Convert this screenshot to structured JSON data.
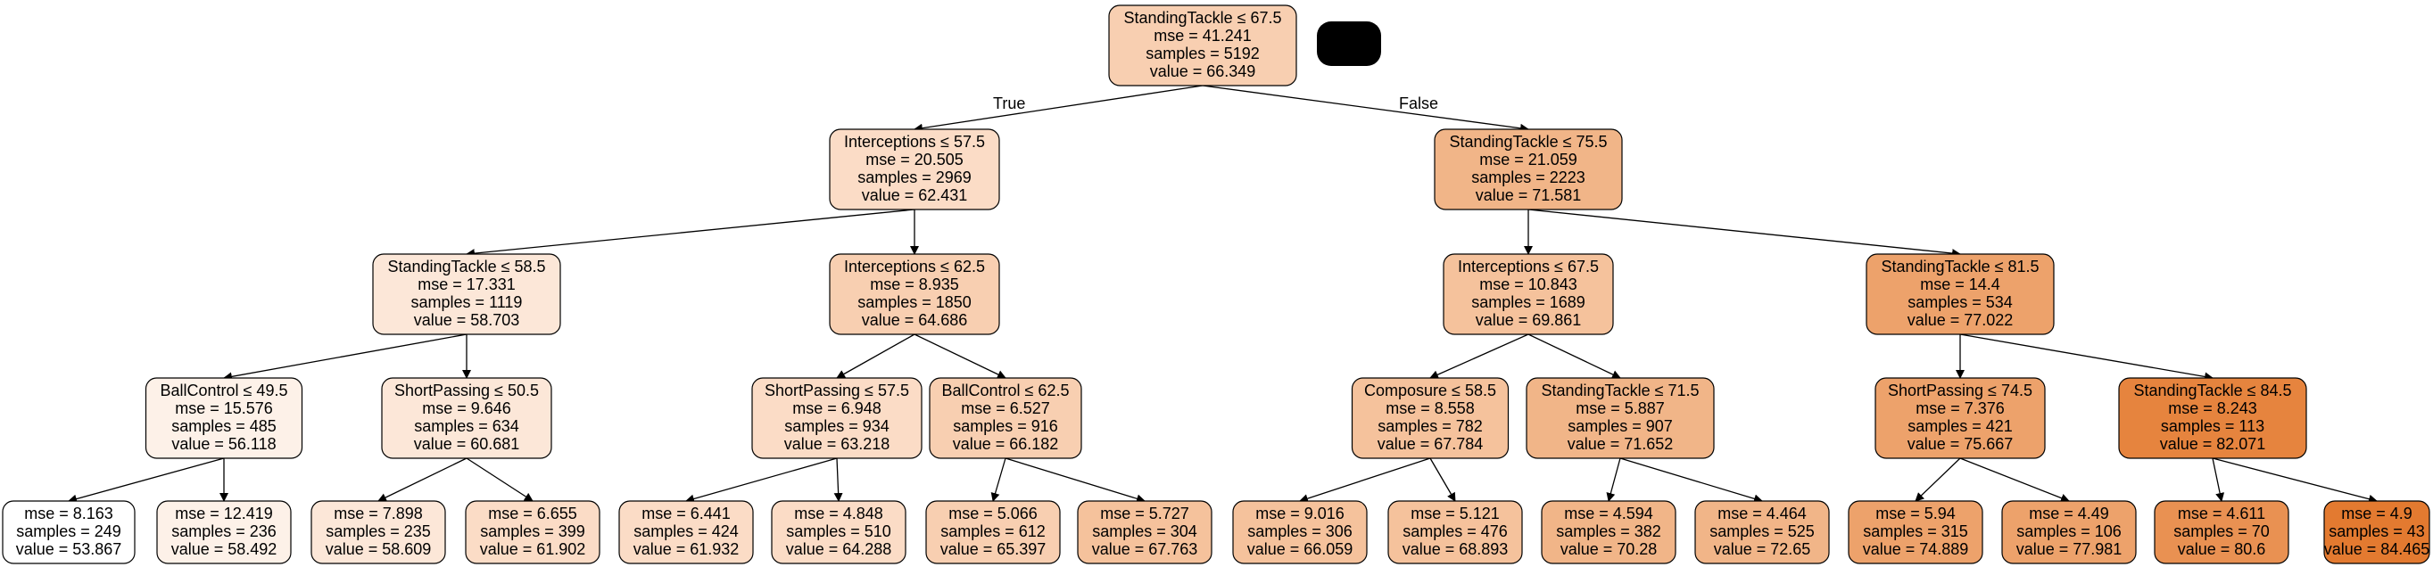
{
  "colors": {
    "node_fills": [
      "#ffffff",
      "#fdf1e8",
      "#fce7d8",
      "#fbdcc6",
      "#f8cfb1",
      "#f5c29c",
      "#f1b588",
      "#eda26b",
      "#e99152",
      "#e6843e",
      "#e37a30"
    ],
    "badge": "#000000"
  },
  "tree": {
    "root": {
      "lines": [
        "StandingTackle ≤ 67.5",
        "mse = 41.241",
        "samples = 5192",
        "value = 66.349"
      ]
    },
    "edge_labels": {
      "true_label": "True",
      "false_label": "False"
    },
    "nodes": [
      {
        "id": "n1",
        "lines": [
          "Interceptions ≤ 57.5",
          "mse = 20.505",
          "samples = 2969",
          "value = 62.431"
        ]
      },
      {
        "id": "n2",
        "lines": [
          "StandingTackle ≤ 75.5",
          "mse = 21.059",
          "samples = 2223",
          "value = 71.581"
        ]
      },
      {
        "id": "n3",
        "lines": [
          "StandingTackle ≤ 58.5",
          "mse = 17.331",
          "samples = 1119",
          "value = 58.703"
        ]
      },
      {
        "id": "n4",
        "lines": [
          "Interceptions ≤ 62.5",
          "mse = 8.935",
          "samples = 1850",
          "value = 64.686"
        ]
      },
      {
        "id": "n5",
        "lines": [
          "Interceptions ≤ 67.5",
          "mse = 10.843",
          "samples = 1689",
          "value = 69.861"
        ]
      },
      {
        "id": "n6",
        "lines": [
          "StandingTackle ≤ 81.5",
          "mse = 14.4",
          "samples = 534",
          "value = 77.022"
        ]
      },
      {
        "id": "n7",
        "lines": [
          "BallControl ≤ 49.5",
          "mse = 15.576",
          "samples = 485",
          "value = 56.118"
        ]
      },
      {
        "id": "n8",
        "lines": [
          "ShortPassing ≤ 50.5",
          "mse = 9.646",
          "samples = 634",
          "value = 60.681"
        ]
      },
      {
        "id": "n9",
        "lines": [
          "ShortPassing ≤ 57.5",
          "mse = 6.948",
          "samples = 934",
          "value = 63.218"
        ]
      },
      {
        "id": "n10",
        "lines": [
          "BallControl ≤ 62.5",
          "mse = 6.527",
          "samples = 916",
          "value = 66.182"
        ]
      },
      {
        "id": "n11",
        "lines": [
          "Composure ≤ 58.5",
          "mse = 8.558",
          "samples = 782",
          "value = 67.784"
        ]
      },
      {
        "id": "n12",
        "lines": [
          "StandingTackle ≤ 71.5",
          "mse = 5.887",
          "samples = 907",
          "value = 71.652"
        ]
      },
      {
        "id": "n13",
        "lines": [
          "ShortPassing ≤ 74.5",
          "mse = 7.376",
          "samples = 421",
          "value = 75.667"
        ]
      },
      {
        "id": "n14",
        "lines": [
          "StandingTackle ≤ 84.5",
          "mse = 8.243",
          "samples = 113",
          "value = 82.071"
        ]
      },
      {
        "id": "l1",
        "lines": [
          "mse = 8.163",
          "samples = 249",
          "value = 53.867"
        ]
      },
      {
        "id": "l2",
        "lines": [
          "mse = 12.419",
          "samples = 236",
          "value = 58.492"
        ]
      },
      {
        "id": "l3",
        "lines": [
          "mse = 7.898",
          "samples = 235",
          "value = 58.609"
        ]
      },
      {
        "id": "l4",
        "lines": [
          "mse = 6.655",
          "samples = 399",
          "value = 61.902"
        ]
      },
      {
        "id": "l5",
        "lines": [
          "mse = 6.441",
          "samples = 424",
          "value = 61.932"
        ]
      },
      {
        "id": "l6",
        "lines": [
          "mse = 4.848",
          "samples = 510",
          "value = 64.288"
        ]
      },
      {
        "id": "l7",
        "lines": [
          "mse = 5.066",
          "samples = 612",
          "value = 65.397"
        ]
      },
      {
        "id": "l8",
        "lines": [
          "mse = 5.727",
          "samples = 304",
          "value = 67.763"
        ]
      },
      {
        "id": "l9",
        "lines": [
          "mse = 9.016",
          "samples = 306",
          "value = 66.059"
        ]
      },
      {
        "id": "l10",
        "lines": [
          "mse = 5.121",
          "samples = 476",
          "value = 68.893"
        ]
      },
      {
        "id": "l11",
        "lines": [
          "mse = 4.594",
          "samples = 382",
          "value = 70.28"
        ]
      },
      {
        "id": "l12",
        "lines": [
          "mse = 4.464",
          "samples = 525",
          "value = 72.65"
        ]
      },
      {
        "id": "l13",
        "lines": [
          "mse = 5.94",
          "samples = 315",
          "value = 74.889"
        ]
      },
      {
        "id": "l14",
        "lines": [
          "mse = 4.49",
          "samples = 106",
          "value = 77.981"
        ]
      },
      {
        "id": "l15",
        "lines": [
          "mse = 4.611",
          "samples = 70",
          "value = 80.6"
        ]
      },
      {
        "id": "l16",
        "lines": [
          "mse = 4.9",
          "samples = 43",
          "value = 84.465"
        ]
      }
    ]
  }
}
